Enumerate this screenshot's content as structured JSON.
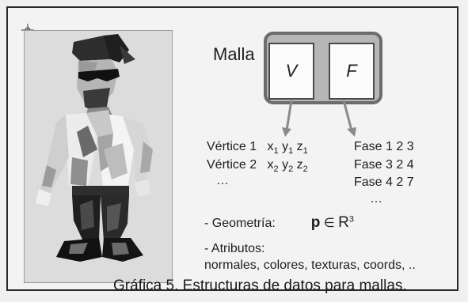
{
  "diagram": {
    "malla_label": "Malla",
    "cells": [
      "V",
      "F"
    ],
    "vertices": [
      {
        "label": "Vértice 1",
        "x": "x",
        "y": "y",
        "z": "z",
        "idx": "1"
      },
      {
        "label": "Vértice 2",
        "x": "x",
        "y": "y",
        "z": "z",
        "idx": "2"
      }
    ],
    "vertex_ellipsis": "…",
    "faces": [
      "Fase 1 2 3",
      "Fase 3 2 4",
      "Fase 4 2 7"
    ],
    "face_ellipsis": "…",
    "geometry_label": "- Geometría:",
    "geometry_p": "p",
    "geometry_in": "∈",
    "geometry_R": "R",
    "geometry_exp": "3",
    "attributes_label": "- Atributos:",
    "attributes_list": "normales, colores, texturas, coords, .."
  },
  "caption": "Gráfica 5. Estructuras de datos para mallas."
}
